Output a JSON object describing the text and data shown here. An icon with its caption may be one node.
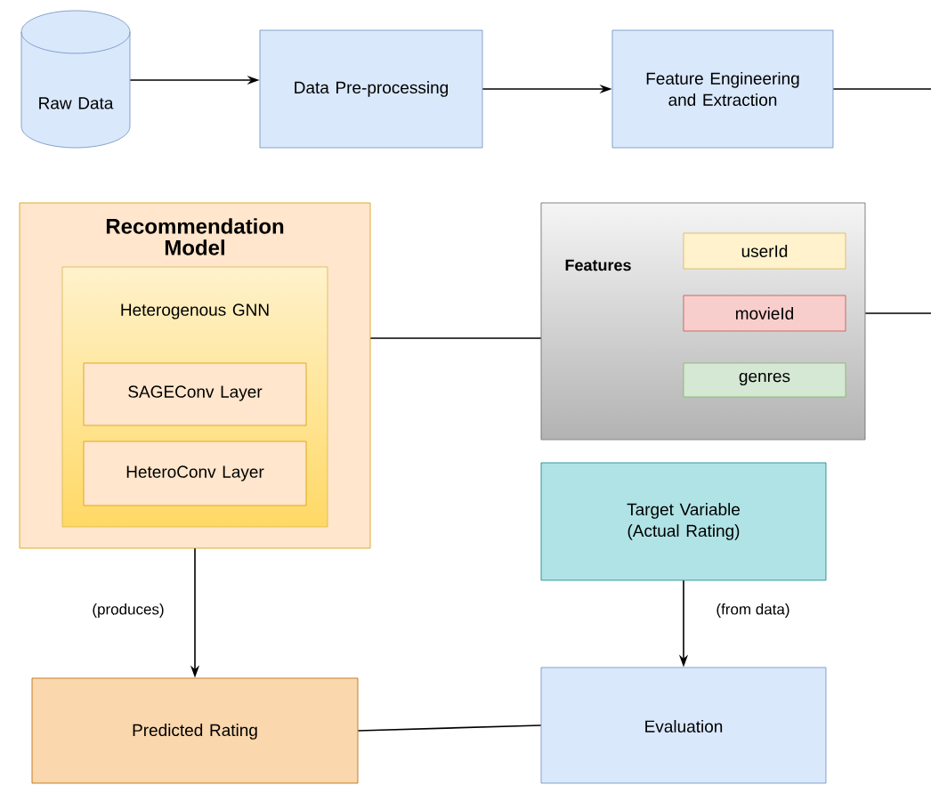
{
  "diagram": {
    "nodes": [
      {
        "text": [
          "Raw Data"
        ]
      },
      {
        "text": [
          "Data Pre-processing"
        ]
      },
      {
        "text": [
          "Feature Engineering and Extraction"
        ]
      },
      {
        "text": [
          "Recommendation Model"
        ]
      },
      {
        "text": [
          "Heterogenous GNN"
        ],
        "in": 3
      },
      {
        "text": [
          "SAGEConv Layer"
        ],
        "in": 4
      },
      {
        "text": [
          "HeteroConv Layer"
        ],
        "in": 4
      },
      {
        "text": [
          "Features"
        ]
      },
      {
        "text": [
          "userId"
        ],
        "in": 7
      },
      {
        "text": [
          "movieId"
        ],
        "in": 7
      },
      {
        "text": [
          "genres"
        ],
        "in": 7
      },
      {
        "text": [
          "Target Variable (Actual Rating)"
        ]
      },
      {
        "text": [
          "Predicted Rating"
        ]
      },
      {
        "text": [
          "Evaluation"
        ]
      }
    ],
    "edges": [
      {
        "from": 0,
        "to": 1,
        "arrow": "to"
      },
      {
        "from": 1,
        "to": 2,
        "arrow": "to"
      },
      {
        "from": 2,
        "to": null,
        "arrow": "none"
      },
      {
        "from": 3,
        "to": 7,
        "arrow": "none"
      },
      {
        "from": 7,
        "to": null,
        "arrow": "none"
      },
      {
        "from": 3,
        "to": 12,
        "arrow": "to",
        "label": "(produces)"
      },
      {
        "from": 11,
        "to": 13,
        "arrow": "to",
        "label": "(from data)"
      },
      {
        "from": 12,
        "to": 13,
        "arrow": "none"
      }
    ]
  }
}
